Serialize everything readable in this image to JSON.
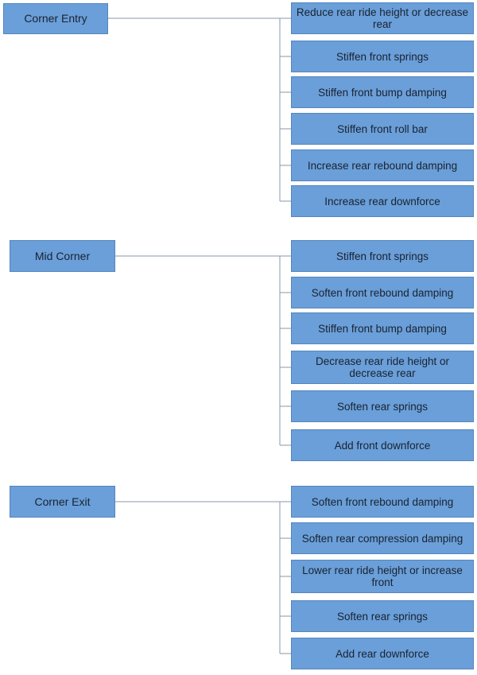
{
  "groups": [
    {
      "title": "Corner Entry",
      "items": [
        "Reduce rear ride height or decrease rear",
        "Stiffen front springs",
        "Stiffen front bump damping",
        "Stiffen front roll bar",
        "Increase rear rebound damping",
        "Increase rear downforce"
      ]
    },
    {
      "title": "Mid Corner",
      "items": [
        "Stiffen front springs",
        "Soften front rebound damping",
        "Stiffen front bump damping",
        "Decrease rear ride height or decrease rear",
        "Soften rear springs",
        "Add front downforce"
      ]
    },
    {
      "title": "Corner Exit",
      "items": [
        "Soften front rebound damping",
        "Soften rear compression damping",
        "Lower rear ride height or increase front",
        "Soften rear springs",
        "Add rear downforce"
      ]
    }
  ]
}
